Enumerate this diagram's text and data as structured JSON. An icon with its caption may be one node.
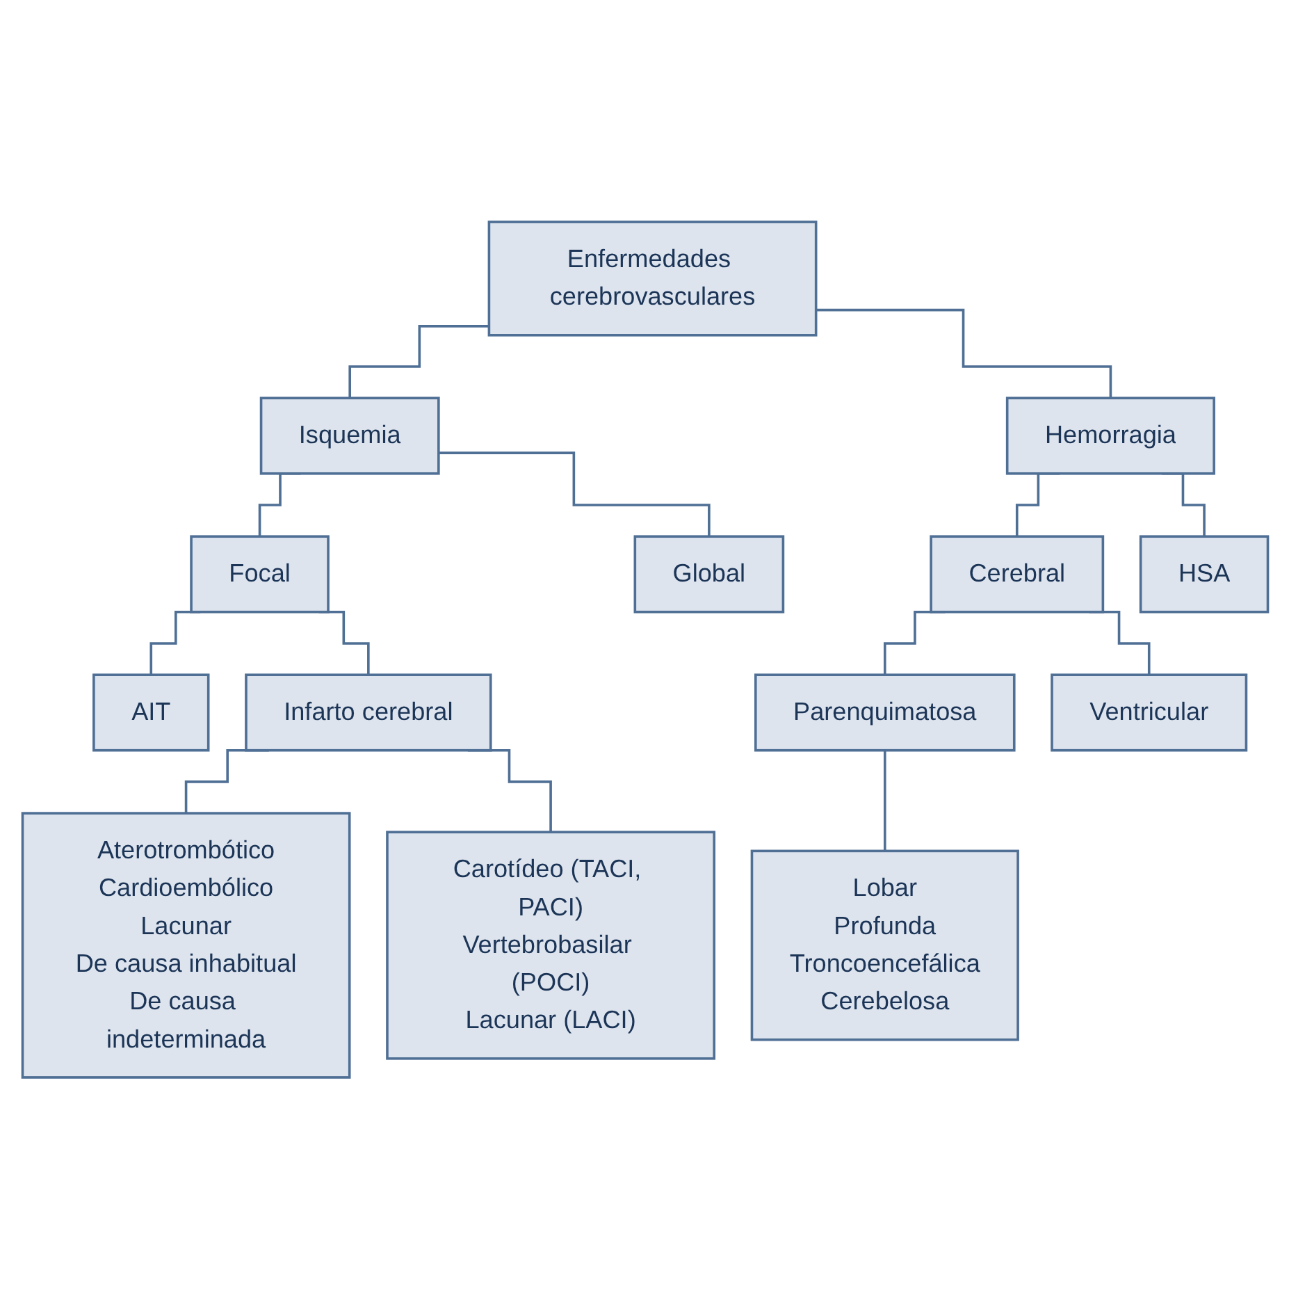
{
  "diagram": {
    "nodes": [
      {
        "text": [
          "Enfermedades cerebrovasculares"
        ]
      },
      {
        "text": [
          "Isquemia"
        ]
      },
      {
        "text": [
          "Hemorragia"
        ]
      },
      {
        "text": [
          "Focal"
        ]
      },
      {
        "text": [
          "Global"
        ]
      },
      {
        "text": [
          "Cerebral"
        ]
      },
      {
        "text": [
          "HSA"
        ]
      },
      {
        "text": [
          "AIT"
        ]
      },
      {
        "text": [
          "Infarto cerebral"
        ]
      },
      {
        "text": [
          "Parenquimatosa"
        ]
      },
      {
        "text": [
          "Ventricular"
        ]
      },
      {
        "text": [
          "Aterotrombótico",
          "Cardioembólico",
          "Lacunar",
          "De causa inhabitual",
          "De causa indeterminada"
        ]
      },
      {
        "text": [
          "Carotídeo (TACI, PACI)",
          "Vertebrobasilar (POCI)",
          "Lacunar (LACI)"
        ]
      },
      {
        "text": [
          "Lobar",
          "Profunda",
          "Troncoencefálica",
          "Cerebelosa"
        ]
      }
    ],
    "edges": [
      {
        "from": 0,
        "to": 1,
        "arrow": "none"
      },
      {
        "from": 0,
        "to": 2,
        "arrow": "none"
      },
      {
        "from": 1,
        "to": 3,
        "arrow": "none"
      },
      {
        "from": 1,
        "to": 4,
        "arrow": "none"
      },
      {
        "from": 2,
        "to": 5,
        "arrow": "none"
      },
      {
        "from": 2,
        "to": 6,
        "arrow": "none"
      },
      {
        "from": 3,
        "to": 7,
        "arrow": "none"
      },
      {
        "from": 3,
        "to": 8,
        "arrow": "none"
      },
      {
        "from": 5,
        "to": 9,
        "arrow": "none"
      },
      {
        "from": 5,
        "to": 10,
        "arrow": "none"
      },
      {
        "from": 8,
        "to": 11,
        "arrow": "none"
      },
      {
        "from": 8,
        "to": 12,
        "arrow": "none"
      },
      {
        "from": 9,
        "to": 13,
        "arrow": "none"
      }
    ]
  }
}
